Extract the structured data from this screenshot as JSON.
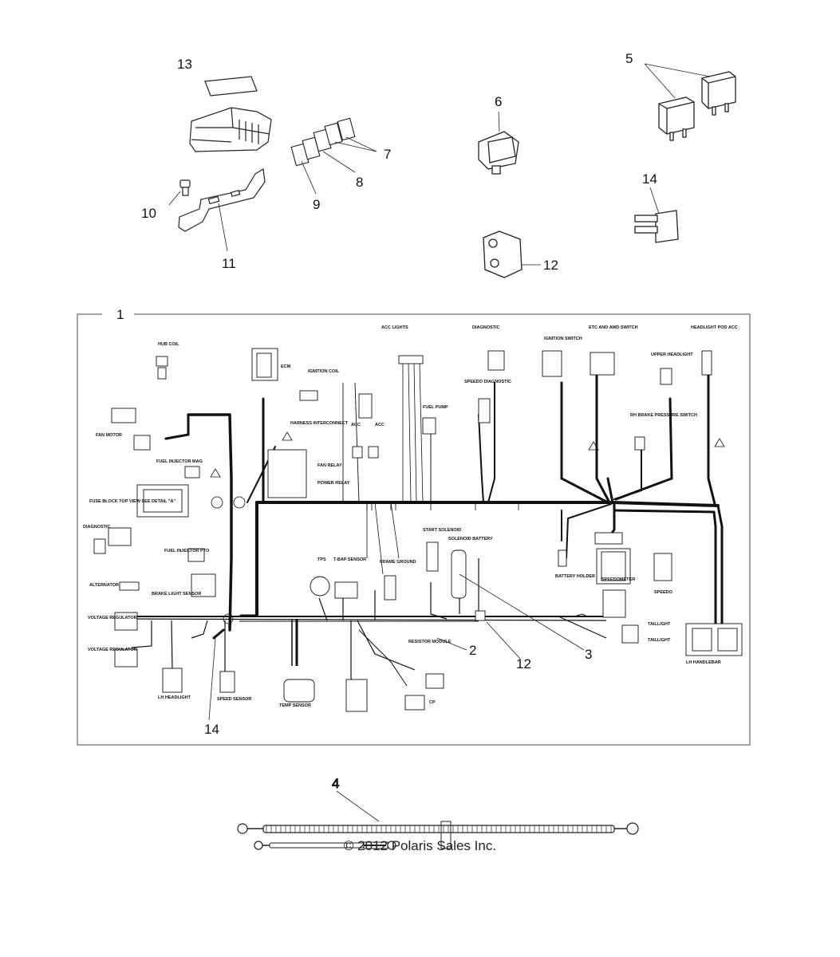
{
  "callouts": {
    "c1": "1",
    "c2": "2",
    "c3": "3",
    "c4": "4",
    "c5": "5",
    "c6": "6",
    "c7": "7",
    "c8": "8",
    "c9": "9",
    "c10": "10",
    "c11": "11",
    "c12a": "12",
    "c12b": "12",
    "c13": "13",
    "c14a": "14",
    "c14b": "14"
  },
  "components": [
    "HUB COIL",
    "ECM",
    "IGNITION COIL",
    "ACC LIGHTS",
    "DIAGNOSTIC",
    "IGNITION SWITCH",
    "ETC AND AWD SWITCH",
    "HEADLIGHT POD ACC",
    "UPPER HEADLIGHT",
    "FAN MOTOR",
    "HARNESS INTERCONNECT",
    "FUEL INJECTOR MAG",
    "ACC",
    "ACC",
    "FUEL PUMP",
    "SPEEDO DIAGNOSTIC",
    "RH BRAKE PRESSURE SWITCH",
    "FAN RELAY",
    "POWER RELAY",
    "FUSE BLOCK TOP VIEW SEE DETAIL \"A\"",
    "DIAGNOSTIC",
    "FUEL INJECTOR PTO",
    "SOLENOID BATTERY",
    "START SOLENOID",
    "FRAME GROUND",
    "TPS",
    "T-BAP SENSOR",
    "BATTERY HOLDER",
    "SPEEDOMETER",
    "SPEEDO",
    "ALTERNATOR",
    "BRAKE LIGHT SENSOR",
    "VOLTAGE REGULATOR",
    "VOLTAGE REGULATOR",
    "RESISTOR MODULE",
    "TAILLIGHT",
    "TAILLIGHT",
    "LH HANDLEBAR",
    "SPEED SENSOR",
    "TEMP SENSOR",
    "LH HEADLIGHT",
    "CP"
  ],
  "copyright": "© 2012 Polaris Sales Inc."
}
